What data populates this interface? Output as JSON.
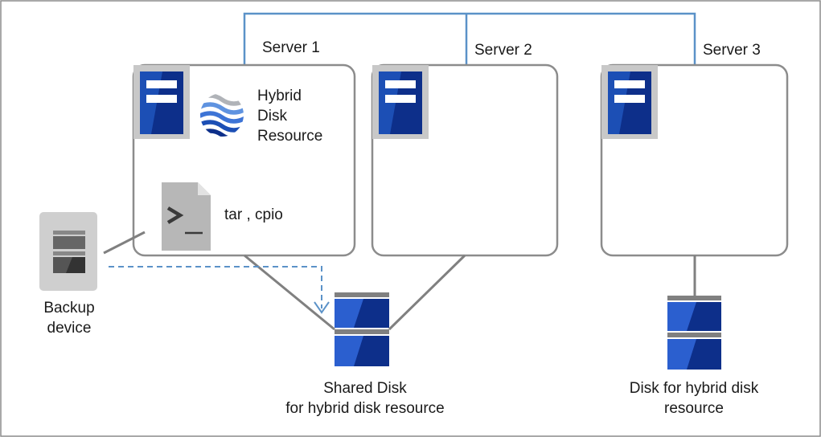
{
  "diagram": {
    "servers": [
      {
        "id": "server-1",
        "label": "Server 1"
      },
      {
        "id": "server-2",
        "label": "Server 2"
      },
      {
        "id": "server-3",
        "label": "Server 3"
      }
    ],
    "hybrid_disk_resource": {
      "line1": "Hybrid",
      "line2": "Disk",
      "line3": "Resource",
      "icon": "hybrid-disk-resource-icon"
    },
    "command": {
      "label": "tar , cpio",
      "icon": "terminal-file-icon"
    },
    "backup_device": {
      "line1": "Backup",
      "line2": "device",
      "icon": "backup-device-icon"
    },
    "shared_disk": {
      "line1": "Shared Disk",
      "line2": "for hybrid disk resource",
      "icon": "shared-disk-icon"
    },
    "hybrid_disk": {
      "line1": "Disk for hybrid disk",
      "line2": "resource",
      "icon": "disk-icon"
    },
    "colors": {
      "network_line": "#5b92c8",
      "server_blue": "#1c4fb5",
      "server_dark": "#0d2f8a",
      "frame_gray": "#808080",
      "box_border": "#8c8c8c",
      "backup_gray": "#cfcfcf"
    }
  }
}
